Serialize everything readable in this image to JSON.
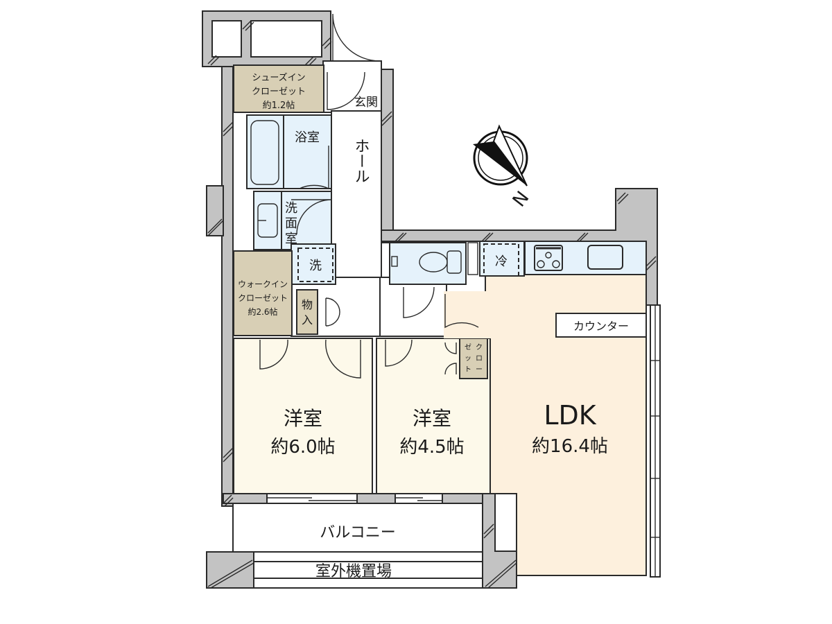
{
  "plan": {
    "rooms": {
      "shoe_closet": {
        "line1": "シューズイン",
        "line2": "クローゼット",
        "size": "約1.2帖"
      },
      "entrance": {
        "label": "玄関"
      },
      "bathroom": {
        "label": "浴室"
      },
      "hall": {
        "label": "ホール"
      },
      "washroom": {
        "label": "洗面室",
        "chars": [
          "洗",
          "面",
          "室"
        ]
      },
      "washer": {
        "label": "洗"
      },
      "walk_in_closet": {
        "line1": "ウォークイン",
        "line2": "クローゼット",
        "size": "約2.6帖"
      },
      "storage": {
        "label": "物入",
        "chars": [
          "物",
          "入"
        ]
      },
      "western_room_1": {
        "name": "洋室",
        "size": "約6.0帖"
      },
      "western_room_2": {
        "name": "洋室",
        "size": "約4.5帖"
      },
      "closet": {
        "col1": [
          "ゼ",
          "ッ",
          "ト"
        ],
        "col2": [
          "ク",
          "ロ",
          "ー"
        ]
      },
      "ldk": {
        "name": "LDK",
        "size": "約16.4帖"
      },
      "fridge": {
        "label": "冷"
      },
      "counter": {
        "label": "カウンター"
      },
      "balcony": {
        "label": "バルコニー"
      },
      "outdoor_unit": {
        "label": "室外機置場"
      }
    },
    "compass": {
      "label": "N"
    }
  }
}
